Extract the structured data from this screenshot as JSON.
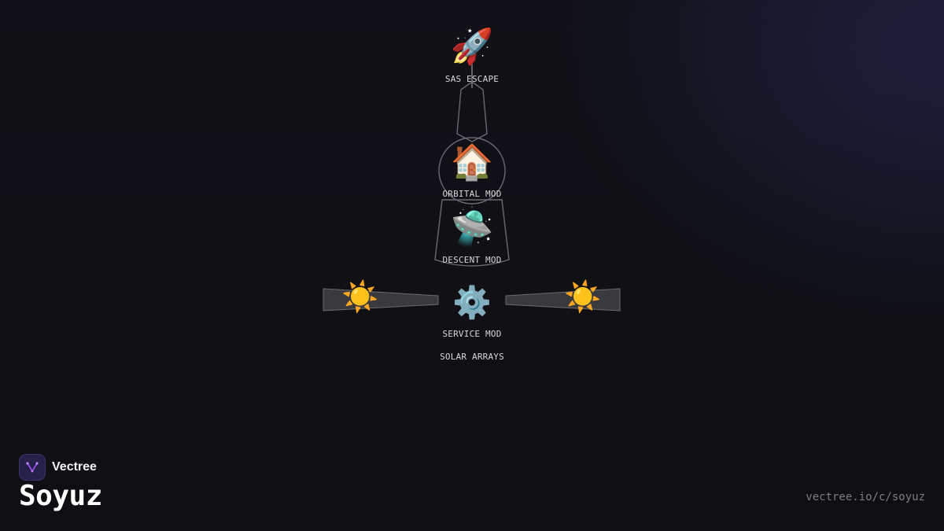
{
  "diagram": {
    "nodes": [
      {
        "id": "sas",
        "label": "SAS ESCAPE",
        "icon": "rocket-icon",
        "glyph": "🚀"
      },
      {
        "id": "orbital",
        "label": "ORBITAL MOD",
        "icon": "house-icon",
        "glyph": "🏠"
      },
      {
        "id": "descent",
        "label": "DESCENT MOD",
        "icon": "flying-saucer-icon",
        "glyph": "🛸"
      },
      {
        "id": "service",
        "label": "SERVICE MOD",
        "icon": "gear-icon",
        "glyph": "⚙️"
      },
      {
        "id": "arrays",
        "label": "SOLAR ARRAYS"
      }
    ],
    "solar_left": {
      "icon": "sun-icon",
      "glyph": "☀️"
    },
    "solar_right": {
      "icon": "sun-icon",
      "glyph": "☀️"
    },
    "outline_color": "#6a6a72",
    "panel_fill": "#3a3a3e"
  },
  "brand": {
    "name": "Vectree",
    "logo_color": "#a855f7"
  },
  "title": "Soyuz",
  "url": "vectree.io/c/soyuz"
}
